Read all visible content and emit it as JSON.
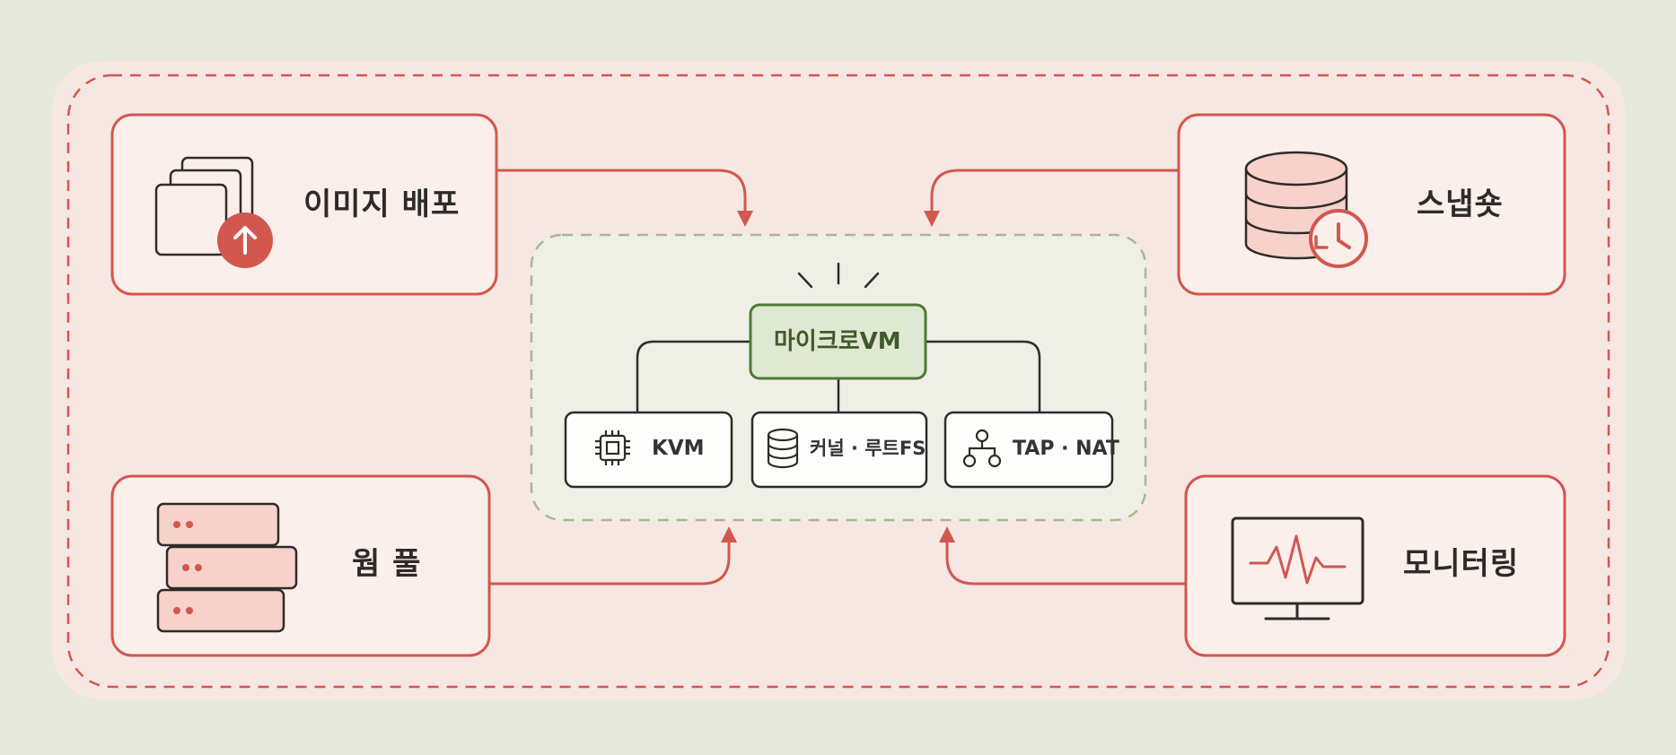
{
  "nodes": {
    "image_deploy": {
      "label": "이미지 배포",
      "icon": "image-upload-icon"
    },
    "snapshot": {
      "label": "스냅숏",
      "icon": "database-restore-icon"
    },
    "warm_pool": {
      "label": "웜 풀",
      "icon": "server-stack-icon"
    },
    "monitoring": {
      "label": "모니터링",
      "icon": "monitor-heartbeat-icon"
    }
  },
  "core": {
    "label": "마이크로VM",
    "components": [
      {
        "label": "KVM",
        "icon": "cpu-chip-icon"
      },
      {
        "label": "커널 · 루트FS",
        "icon": "database-icon"
      },
      {
        "label": "TAP · NAT",
        "icon": "network-topology-icon"
      }
    ]
  },
  "colors": {
    "background": "#e6e8dc",
    "outer_fill": "#f7e7e3",
    "accent_red": "#d2574f",
    "node_fill": "#fbefec",
    "core_green": "#4f7a34",
    "core_fill": "#dfe8d2",
    "core_region_fill": "#eef0e6",
    "core_region_border": "#a7b792"
  }
}
